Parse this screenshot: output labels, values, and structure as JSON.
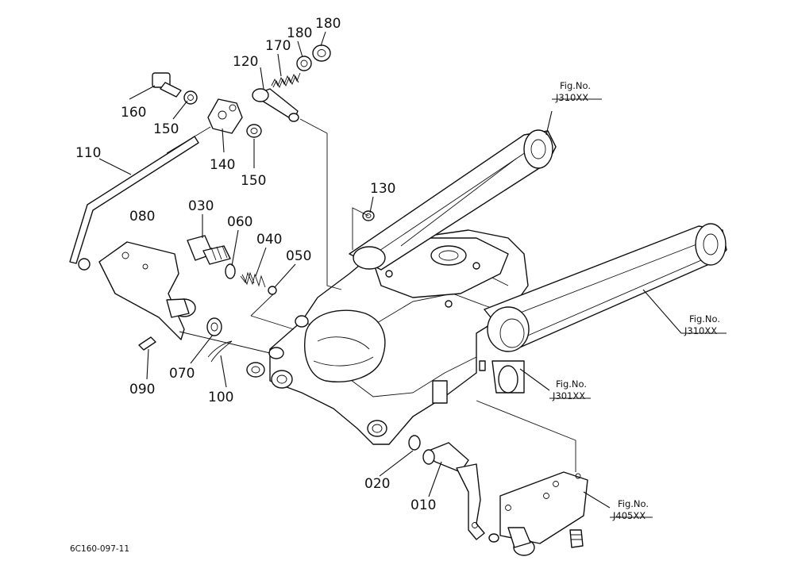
{
  "diagram": {
    "drawing_code": "6C160-097-11",
    "colors": {
      "ink": "#111111",
      "paper": "#ffffff"
    }
  },
  "callouts": [
    {
      "id": "c010",
      "text": "010"
    },
    {
      "id": "c020",
      "text": "020"
    },
    {
      "id": "c030",
      "text": "030"
    },
    {
      "id": "c040",
      "text": "040"
    },
    {
      "id": "c050",
      "text": "050"
    },
    {
      "id": "c060",
      "text": "060"
    },
    {
      "id": "c070",
      "text": "070"
    },
    {
      "id": "c080",
      "text": "080"
    },
    {
      "id": "c090",
      "text": "090"
    },
    {
      "id": "c100",
      "text": "100"
    },
    {
      "id": "c110",
      "text": "110"
    },
    {
      "id": "c120",
      "text": "120"
    },
    {
      "id": "c130",
      "text": "130"
    },
    {
      "id": "c140",
      "text": "140"
    },
    {
      "id": "c150a",
      "text": "150"
    },
    {
      "id": "c150b",
      "text": "150"
    },
    {
      "id": "c160",
      "text": "160"
    },
    {
      "id": "c170",
      "text": "170"
    },
    {
      "id": "c180a",
      "text": "180"
    },
    {
      "id": "c180b",
      "text": "180"
    }
  ],
  "figure_refs": [
    {
      "id": "f1",
      "label": "Fig.No.",
      "code": "J310XX"
    },
    {
      "id": "f2",
      "label": "Fig.No.",
      "code": "J310XX"
    },
    {
      "id": "f3",
      "label": "Fig.No.",
      "code": "J301XX"
    },
    {
      "id": "f4",
      "label": "Fig.No.",
      "code": "J405XX"
    }
  ]
}
